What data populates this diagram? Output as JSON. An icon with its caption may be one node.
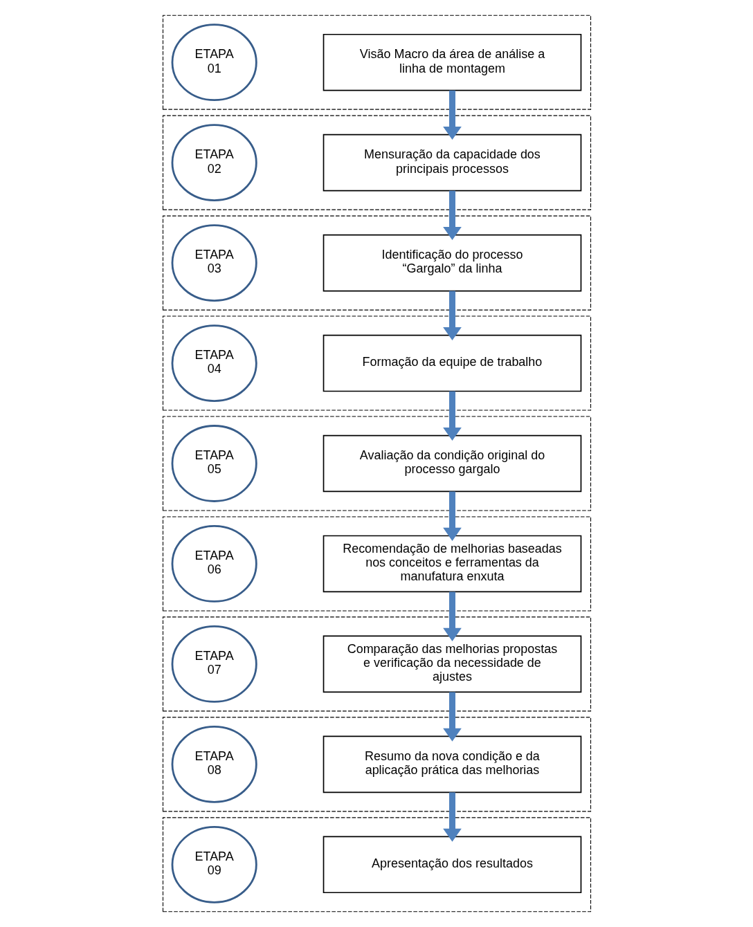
{
  "diagram": {
    "nodes": [
      {
        "text": [],
        "shape": "band"
      },
      {
        "text": [
          "ETAPA 01"
        ],
        "in": 0
      },
      {
        "text": [
          "Visão Macro da área de análise a linha de montagem"
        ],
        "in": 0
      },
      {
        "text": [],
        "shape": "band"
      },
      {
        "text": [
          "ETAPA 02"
        ],
        "in": 3
      },
      {
        "text": [
          "Mensuração da capacidade dos principais processos"
        ],
        "in": 3
      },
      {
        "text": [],
        "shape": "band"
      },
      {
        "text": [
          "ETAPA 03"
        ],
        "in": 6
      },
      {
        "text": [
          "Identificação do processo “Gargalo” da linha"
        ],
        "in": 6
      },
      {
        "text": [],
        "shape": "band"
      },
      {
        "text": [
          "ETAPA 04"
        ],
        "in": 9
      },
      {
        "text": [
          "Formação da equipe de trabalho"
        ],
        "in": 9
      },
      {
        "text": [],
        "shape": "band"
      },
      {
        "text": [
          "ETAPA 05"
        ],
        "in": 12
      },
      {
        "text": [
          "Avaliação da condição original do processo gargalo"
        ],
        "in": 12
      },
      {
        "text": [],
        "shape": "band"
      },
      {
        "text": [
          "ETAPA 06"
        ],
        "in": 15
      },
      {
        "text": [
          "Recomendação de melhorias baseadas nos conceitos e ferramentas da manufatura enxuta"
        ],
        "in": 15
      },
      {
        "text": [],
        "shape": "band"
      },
      {
        "text": [
          "ETAPA 07"
        ],
        "in": 18
      },
      {
        "text": [
          "Comparação das melhorias propostas e verificação da necessidade de ajustes"
        ],
        "in": 18
      },
      {
        "text": [],
        "shape": "band"
      },
      {
        "text": [
          "ETAPA 08"
        ],
        "in": 21
      },
      {
        "text": [
          "Resumo da nova condição e da aplicação prática das melhorias"
        ],
        "in": 21
      },
      {
        "text": [],
        "shape": "band"
      },
      {
        "text": [
          "ETAPA 09"
        ],
        "in": 24
      },
      {
        "text": [
          "Apresentação dos resultados"
        ],
        "in": 24
      }
    ],
    "edges": [
      {
        "from": 2,
        "to": 5,
        "arrow": "to"
      },
      {
        "from": 5,
        "to": 8,
        "arrow": "to"
      },
      {
        "from": 8,
        "to": 11,
        "arrow": "to"
      },
      {
        "from": 11,
        "to": 14,
        "arrow": "to"
      },
      {
        "from": 14,
        "to": 17,
        "arrow": "to"
      },
      {
        "from": 17,
        "to": 20,
        "arrow": "to"
      },
      {
        "from": 20,
        "to": 23,
        "arrow": "to"
      },
      {
        "from": 23,
        "to": 26,
        "arrow": "to"
      }
    ]
  }
}
